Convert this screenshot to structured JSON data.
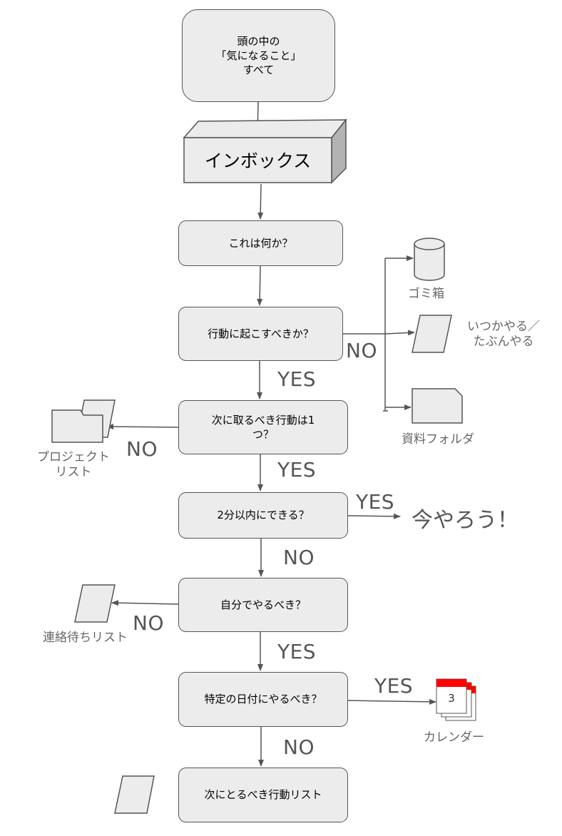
{
  "nodes": {
    "start": "頭の中の\n「気になること」\nすべて",
    "inbox": "インボックス",
    "what": "これは何か？",
    "actionable": "行動に起こすべきか？",
    "single_action": "次に取るべき行動は1\nつ？",
    "two_minutes": "2分以内にできる？",
    "self": "自分でやるべき？",
    "specific_date": "特定の日付にやるべき？",
    "next_actions": "次にとるべき行動リスト"
  },
  "edge_labels": {
    "actionable_no": "NO",
    "actionable_yes": "YES",
    "single_no": "NO",
    "single_yes": "YES",
    "two_min_yes": "YES",
    "two_min_no": "NO",
    "self_no": "NO",
    "self_yes": "YES",
    "date_yes": "YES",
    "date_no": "NO"
  },
  "outcomes": {
    "trash": "ゴミ箱",
    "someday": "いつかやる／\nたぶんやる",
    "reference": "資料フォルダ",
    "projects": "プロジェクト\nリスト",
    "do_now": "今やろう！",
    "waiting": "連絡待ちリスト",
    "calendar": "カレンダー",
    "calendar_day": "3"
  },
  "icons": {
    "trash": "cylinder-icon",
    "someday": "parallelogram-icon",
    "reference": "folder-icon",
    "projects": "stacked-folders-icon",
    "waiting": "parallelogram-icon",
    "calendar": "calendar-icon",
    "next_actions": "parallelogram-icon"
  },
  "colors": {
    "node_fill": "#ececec",
    "stroke": "#555555",
    "calendar_red": "#ff0000"
  }
}
